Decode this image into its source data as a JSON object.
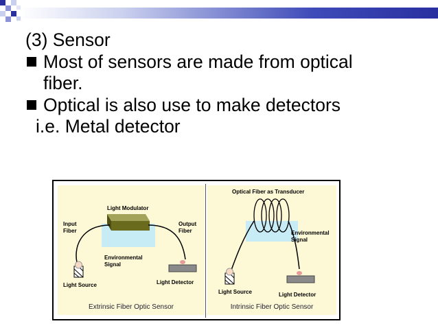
{
  "slide": {
    "heading": "(3) Sensor",
    "bullets": [
      {
        "line1": "Most of sensors are made from optical",
        "line2": "fiber."
      },
      {
        "line1": "Optical is also use to make detectors"
      }
    ],
    "sub_line": "i.e. Metal detector"
  },
  "diagram": {
    "left": {
      "light_modulator": "Light Modulator",
      "input_fiber_1": "Input",
      "input_fiber_2": "Fiber",
      "output_fiber_1": "Output",
      "output_fiber_2": "Fiber",
      "environmental_1": "Environmental",
      "environmental_2": "Signal",
      "light_source": "Light Source",
      "light_detector": "Light Detector",
      "caption": "Extrinsic Fiber Optic Sensor"
    },
    "right": {
      "title": "Optical Fiber as Transducer",
      "environmental_1": "Environmental",
      "environmental_2": "Signal",
      "light_source": "Light Source",
      "light_detector": "Light Detector",
      "caption": "Intrinsic Fiber Optic Sensor"
    }
  },
  "colors": {
    "accent_bar": "#2a2fa0",
    "panel_bg": "#fdf8d5",
    "modulator": "#6b6b1e",
    "environment_blue": "#c8ecf6"
  }
}
